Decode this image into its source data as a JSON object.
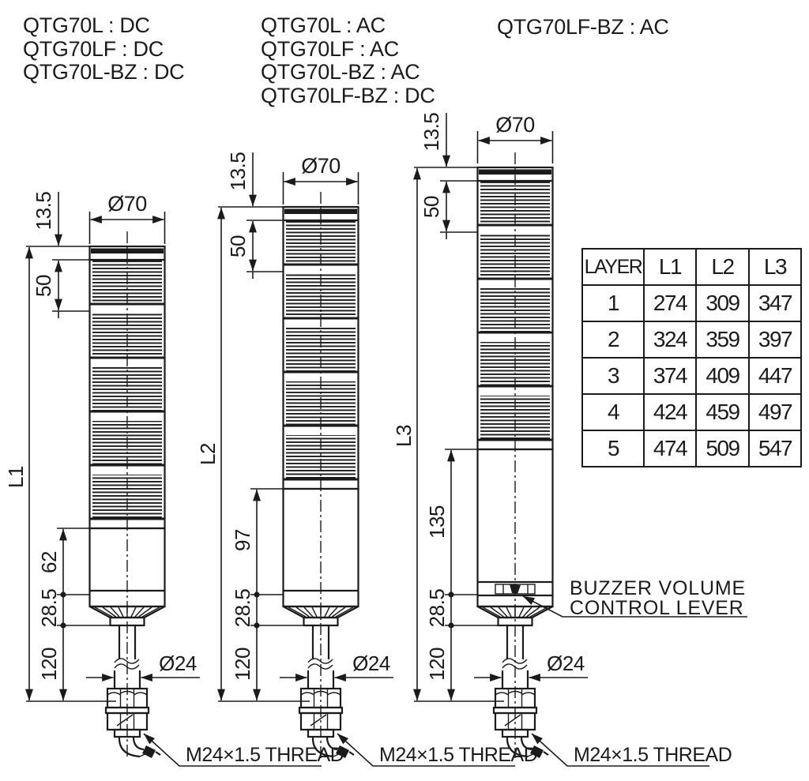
{
  "colors": {
    "ink": "#1b1b1b",
    "background": "#ffffff"
  },
  "product_labels": {
    "left": [
      "QTG70L : DC",
      "QTG70LF : DC",
      "QTG70L-BZ : DC"
    ],
    "middle": [
      "QTG70L : AC",
      "QTG70LF : AC",
      "QTG70L-BZ : AC",
      "QTG70LF-BZ : DC"
    ],
    "right": [
      "QTG70LF-BZ : AC"
    ]
  },
  "dims": {
    "dia_head": "Ø70",
    "head_cap": "13.5",
    "lens_module": "50",
    "total_left": "L1",
    "total_middle": "L2",
    "total_right": "L3",
    "body_left": "62",
    "body_middle": "97",
    "body_right": "135",
    "base": "28.5",
    "stem": "120",
    "dia_stem": "Ø24",
    "thread": "M24×1.5 THREAD"
  },
  "callout": {
    "buzzer_line1": "BUZZER VOLUME",
    "buzzer_line2": "CONTROL LEVER"
  },
  "size_table": {
    "headers": [
      "LAYER",
      "L1",
      "L2",
      "L3"
    ],
    "rows": [
      [
        "1",
        "274",
        "309",
        "347"
      ],
      [
        "2",
        "324",
        "359",
        "397"
      ],
      [
        "3",
        "374",
        "409",
        "447"
      ],
      [
        "4",
        "424",
        "459",
        "497"
      ],
      [
        "5",
        "474",
        "509",
        "547"
      ]
    ]
  }
}
